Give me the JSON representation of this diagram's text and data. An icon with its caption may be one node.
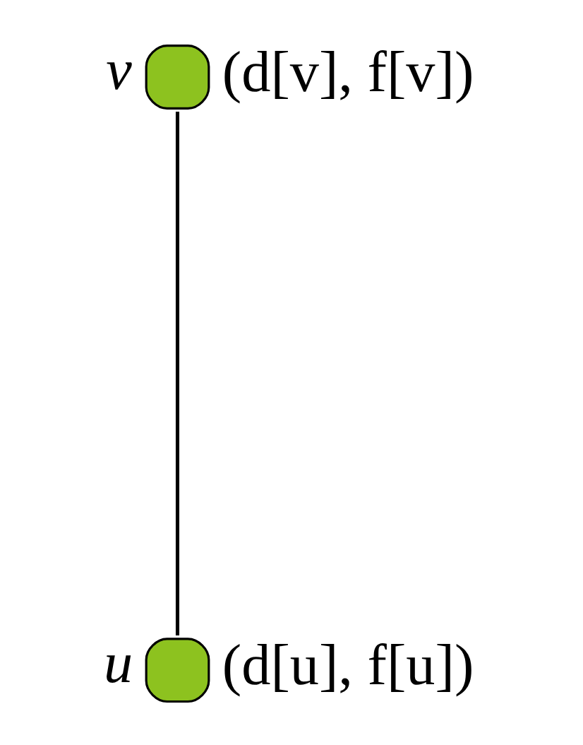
{
  "diagram": {
    "nodes": [
      {
        "text": [
          "v"
        ],
        "beside": [
          "(d[v], f[v])"
        ]
      },
      {
        "text": [
          "u"
        ],
        "beside": [
          "(d[u], f[u])"
        ]
      }
    ],
    "edges": [
      {
        "from": 0,
        "to": 1,
        "arrow": "none"
      }
    ]
  }
}
